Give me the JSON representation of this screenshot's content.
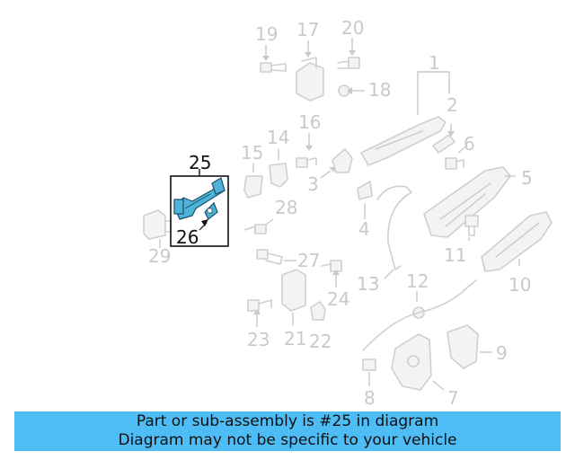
{
  "diagram": {
    "highlight_color": "#4fb3d9",
    "highlighted_part": "25",
    "callouts": [
      "1",
      "2",
      "3",
      "4",
      "5",
      "6",
      "7",
      "8",
      "9",
      "10",
      "11",
      "12",
      "13",
      "14",
      "15",
      "16",
      "17",
      "18",
      "19",
      "20",
      "21",
      "22",
      "23",
      "24",
      "25",
      "26",
      "27",
      "28",
      "29"
    ]
  },
  "banner": {
    "line1": "Part or sub-assembly is #25 in diagram",
    "line2": "Diagram may not be specific to your vehicle",
    "color": "#4fbdf5"
  }
}
